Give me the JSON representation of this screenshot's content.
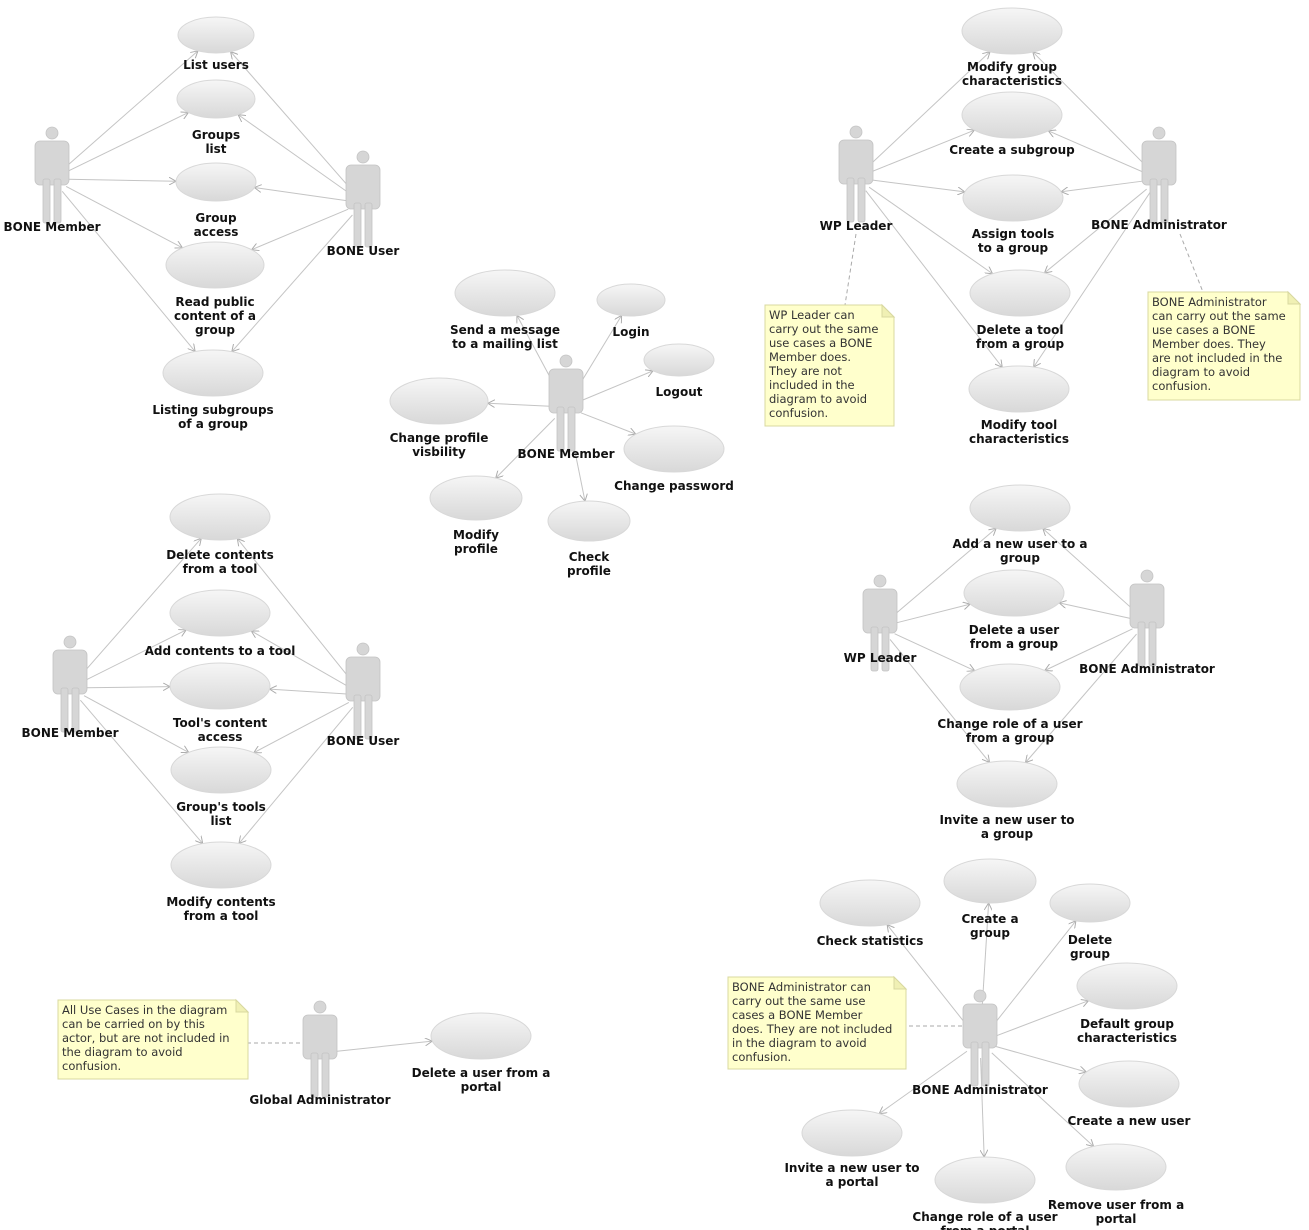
{
  "use_cases": {
    "list_users": "List users",
    "groups_list": [
      "Groups",
      "list"
    ],
    "group_access": [
      "Group",
      "access"
    ],
    "read_public": [
      "Read public",
      "content of a",
      "group"
    ],
    "listing_subgroups": [
      "Listing subgroups",
      "of a group"
    ],
    "send_message": [
      "Send a message",
      "to a mailing list"
    ],
    "login": "Login",
    "logout": "Logout",
    "change_visibility": [
      "Change profile",
      "visbility"
    ],
    "change_password": "Change password",
    "modify_profile": [
      "Modify",
      "profile"
    ],
    "check_profile": [
      "Check",
      "profile"
    ],
    "modify_group_char": [
      "Modify group",
      "characteristics"
    ],
    "create_subgroup": "Create a subgroup",
    "assign_tools": [
      "Assign tools",
      "to a group"
    ],
    "delete_tool": [
      "Delete a tool",
      "from a group"
    ],
    "modify_tool_char": [
      "Modify tool",
      "characteristics"
    ],
    "delete_contents": [
      "Delete contents",
      "from a tool"
    ],
    "add_contents": "Add contents to a tool",
    "tools_content_access": [
      "Tool's content",
      "access"
    ],
    "group_tools_list": [
      "Group's tools",
      "list"
    ],
    "modify_contents": [
      "Modify contents",
      "from a tool"
    ],
    "add_user_group": [
      "Add a new user to a",
      "group"
    ],
    "delete_user_group": [
      "Delete a user",
      "from a group"
    ],
    "change_role_group": [
      "Change role of a user",
      "from a group"
    ],
    "invite_user_group": [
      "Invite a new user to",
      "a group"
    ],
    "delete_user_portal": [
      "Delete a user from a",
      "portal"
    ],
    "check_statistics": "Check statistics",
    "create_group": [
      "Create a",
      "group"
    ],
    "delete_group": [
      "Delete",
      "group"
    ],
    "default_group_char": [
      "Default group",
      "characteristics"
    ],
    "create_user": "Create a new user",
    "invite_user_portal": [
      "Invite a new user to",
      "a portal"
    ],
    "change_role_portal": [
      "Change role of a user",
      "from a portal"
    ],
    "remove_user_portal": [
      "Remove user from a",
      "portal"
    ]
  },
  "actors": {
    "bone_member": "BONE Member",
    "bone_user": "BONE User",
    "wp_leader": "WP Leader",
    "bone_administrator": "BONE Administrator",
    "global_administrator": "Global Administrator"
  },
  "notes": {
    "wp_leader": [
      "WP Leader can",
      "carry out the same",
      "use cases a BONE",
      "Member does.",
      "They are not",
      "included in the",
      "diagram to avoid",
      "confusion."
    ],
    "bone_admin_top": [
      "BONE Administrator",
      "can carry out the same",
      "use cases a BONE",
      "Member does. They",
      "are not included in the",
      "diagram to avoid",
      "confusion."
    ],
    "global_admin": [
      "All Use Cases in the diagram",
      "can be carried on by this",
      "actor, but are not included in",
      "the diagram to avoid",
      "confusion."
    ],
    "bone_admin_bottom": [
      "BONE Administrator can",
      "carry out the same use",
      "cases a BONE Member",
      "does. They are not included",
      "in the diagram to avoid",
      "confusion."
    ]
  },
  "colors": {
    "ellipse_fill_top": "#f4f4f4",
    "ellipse_fill_bottom": "#dcdcdc",
    "note_fill": "#ffffcc",
    "line": "#c4c4c4"
  }
}
